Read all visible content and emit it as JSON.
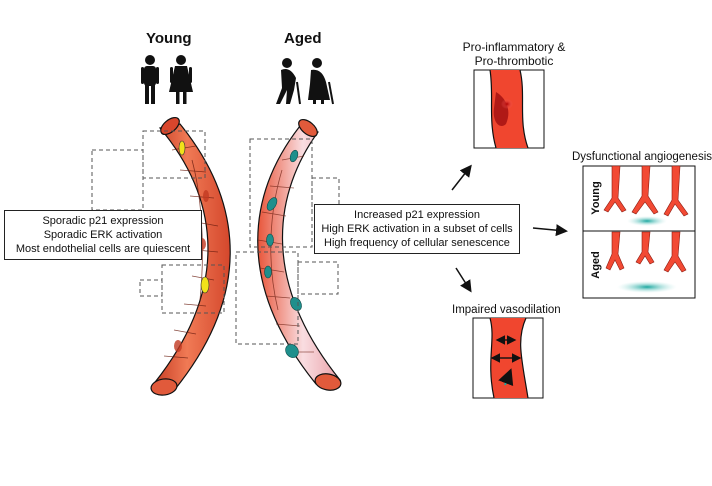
{
  "headers": {
    "young": "Young",
    "aged": "Aged"
  },
  "young_box": {
    "lines": [
      "Sporadic p21 expression",
      "Sporadic ERK activation",
      "Most endothelial cells are quiescent"
    ]
  },
  "aged_box": {
    "lines": [
      "Increased p21 expression",
      "High ERK activation in a subset of cells",
      "High frequency of cellular senescence"
    ]
  },
  "outcomes": {
    "inflammatory_line1": "Pro-inflammatory &",
    "inflammatory_line2": "Pro-thrombotic",
    "angiogenesis": "Dysfunctional angiogenesis",
    "angio_young": "Young",
    "angio_aged": "Aged",
    "vasodilation": "Impaired vasodilation"
  },
  "colors": {
    "vessel": "#e8563a",
    "vessel_dark": "#c63a22",
    "young_nucleus": "#f2e21a",
    "aged_nucleus": "#1f8f8c",
    "aged_cell": "#f4d6dd",
    "inflam_spot": "#d01a1a"
  },
  "icons": [
    "young-people-icon",
    "aged-people-icon"
  ]
}
